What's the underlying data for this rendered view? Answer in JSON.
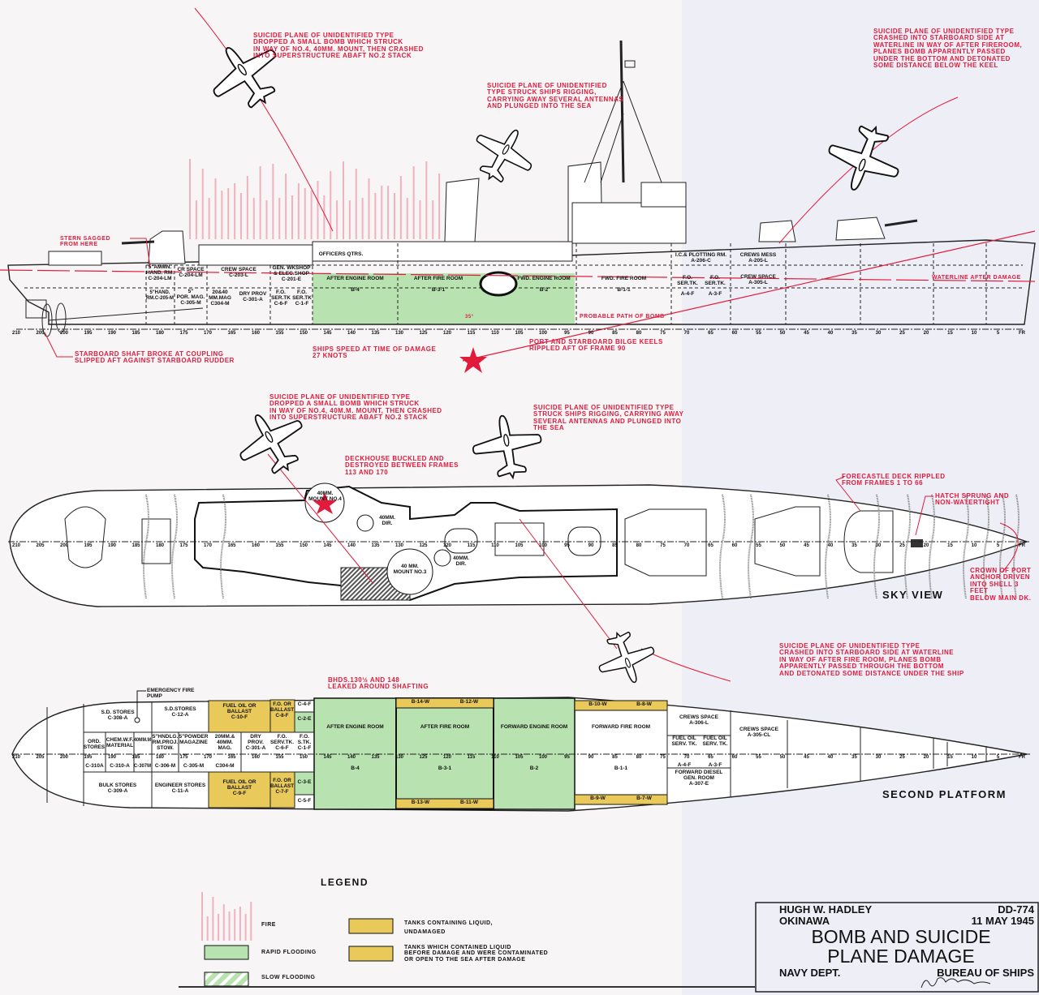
{
  "profile": {
    "annotations": {
      "plane1": "SUICIDE PLANE OF UNIDENTIFIED TYPE\nDROPPED A SMALL BOMB WHICH STRUCK\nIN WAY OF NO.4, 40MM. MOUNT, THEN CRASHED\nINTO SUPERSTRUCTURE ABAFT NO.2 STACK",
      "plane2": "SUICIDE PLANE OF UNIDENTIFIED\nTYPE STRUCK SHIPS RIGGING,\nCARRYING AWAY SEVERAL ANTENNAS\nAND PLUNGED INTO THE SEA",
      "plane3": "SUICIDE PLANE OF UNIDENTIFIED TYPE\nCRASHED INTO STARBOARD SIDE AT\nWATERLINE IN WAY OF AFTER FIREROOM,\nPLANES BOMB APPARENTLY PASSED\nUNDER THE BOTTOM AND DETONATED\nSOME DISTANCE BELOW THE KEEL",
      "stern_sagged": "STERN SAGGED\nFROM HERE",
      "shaft": "STARBOARD SHAFT BROKE AT COUPLING\nSLIPPED AFT AGAINST STARBOARD RUDDER",
      "speed": "SHIPS SPEED AT TIME OF DAMAGE\n27 KNOTS",
      "bilge": "PORT AND STARBOARD BILGE KEELS\nRIPPLED AFT OF FRAME 90",
      "waterline": "WATERLINE AFTER DAMAGE",
      "bomb_path": "PROBABLE PATH OF BOMB",
      "angle": "35°"
    },
    "compartments": [
      "5\"AMMN.\nHAND. RM.\nC-204-LM",
      "CR SPACE\nC-204-LM",
      "CREW SPACE\nC-203-L",
      "GEN. WKSHOP\n& ELEC.SHOP\nC-201-E",
      "5\"HAND.\nRM.C-205-M",
      "5\"\nPOR. MAG.\nC-305-M",
      "20&40\nMM.MAG\nC304-M",
      "DRY PROV\nC-301-A",
      "F.O.\nSER.TK\nC-6-F",
      "F.O.\nSER.TK\nC-1-F",
      "OFFICERS QTRS.",
      "AFTER ENGINE ROOM\n\nB-4",
      "AFTER FIRE ROOM\n\nB-3-1",
      "FWD. ENGINE ROOM\n\nB-2",
      "FWD. FIRE ROOM\n\nB-1-1",
      "I.C.& PLOTTING RM.\nA-206-C",
      "CREWS MESS\nA-205-L",
      "F.O.\nSER.TK.\n\nA-4-F",
      "F.O.\nSER.TK.\n\nA-3-F",
      "CREW SPACE\nA-305-L"
    ]
  },
  "sky_view": {
    "title": "SKY VIEW",
    "annotations": {
      "plane1": "SUICIDE PLANE OF UNIDENTIFIED TYPE\nDROPPED A SMALL BOMB WHICH STRUCK\nIN WAY OF NO.4, 40M.M. MOUNT, THEN CRASHED\nINTO SUPERSTRUCTURE ABAFT NO.2 STACK",
      "plane2": "SUICIDE PLANE OF UNIDENTIFIED TYPE\nSTRUCK SHIPS RIGGING, CARRYING AWAY\nSEVERAL ANTENNAS AND PLUNGED INTO\nTHE SEA",
      "deckhouse": "DECKHOUSE BUCKLED AND\nDESTROYED BETWEEN FRAMES\n113 AND 170",
      "forecastle": "FORECASTLE DECK RIPPLED\nFROM FRAMES 1 TO 66",
      "hatch": "HATCH SPRUNG AND\nNON-WATERTIGHT",
      "crown": "CROWN OF PORT\nANCHOR DRIVEN\nINTO SHELL 3 FEET\nBELOW MAIN DK.",
      "plane3": "SUICIDE PLANE OF UNIDENTIFIED TYPE\nCRASHED INTO STARBOARD SIDE AT WATERLINE\nIN WAY OF AFTER FIRE ROOM, PLANES BOMB\nAPPARENTLY PASSED THROUGH THE BOTTOM\nAND DETONATED SOME DISTANCE UNDER THE SHIP"
    },
    "labels": [
      "40MM.\nMOUNT NO.4",
      "40MM.\nDIR.",
      "40MM.\nDIR.",
      "40 MM.\nMOUNT NO.3"
    ]
  },
  "second_platform": {
    "title": "SECOND PLATFORM",
    "bhds_note": "BHDS.130½ AND 148\nLEAKED AROUND SHAFTING",
    "emergency_pump": "EMERGENCY FIRE\nPUMP",
    "compartments": [
      "S.D. STORES\nC-308-A",
      "S.D.STORES\nC-12-A",
      "FUEL OIL OR\nBALLAST\nC-10-F",
      "F.O. OR\nBALLAST\nC-8-F",
      "C-4-F",
      "C-2-E",
      "ORD.\nSTORES",
      "CHEM.W.F.\nMATERIAL",
      "40MM.M",
      "5\"HNDLG.\nRM.PROJ.\nSTOW.",
      "5\"POWDER\nMAGAZINE",
      "20MM.&\n40MM.\nMAG.",
      "DRY\nPROV.\nC-301-A",
      "F.O.\nSERV.TK.\nC-6-F",
      "F.O.\nS.TK.\nC-1-F",
      "C-310A",
      "C-310-A",
      "C-307M",
      "C-306-M",
      "C-305-M",
      "C304-M",
      "BULK STORES\nC-309-A",
      "ENGINEER STORES\nC-11-A",
      "FUEL OIL OR\nBALLAST\nC-9-F",
      "F.O. OR\nBALLAST\nC-7-F",
      "C-3-E",
      "C-5-F",
      "AFTER ENGINE ROOM",
      "B-4",
      "AFTER FIRE ROOM",
      "B-3-1",
      "FORWARD ENGINE ROOM",
      "B-2",
      "FORWARD FIRE ROOM",
      "B-1-1",
      "B-14-W",
      "B-12-W",
      "B-13-W",
      "B-11-W",
      "B-10-W",
      "B-8-W",
      "B-9-W",
      "B-7-W",
      "CREWS SPACE\nA-306-L",
      "FUEL OIL\nSERV. TK.",
      "FUEL OIL\nSERV. TK.",
      "A-4-F",
      "A-3-F",
      "FORWARD DIESEL\nGEN. ROOM\nA-307-E",
      "CREWS SPACE\nA-305-CL"
    ]
  },
  "frame_numbers": [
    "210",
    "205",
    "200",
    "195",
    "190",
    "185",
    "180",
    "175",
    "170",
    "165",
    "160",
    "155",
    "150",
    "145",
    "140",
    "135",
    "130",
    "125",
    "120",
    "115",
    "110",
    "105",
    "100",
    "95",
    "90",
    "85",
    "80",
    "75",
    "70",
    "65",
    "60",
    "55",
    "50",
    "45",
    "40",
    "35",
    "30",
    "25",
    "20",
    "15",
    "10",
    "5",
    "FR"
  ],
  "legend": {
    "title": "LEGEND",
    "fire": "FIRE",
    "rapid_flooding": "RAPID FLOODING",
    "slow_flooding": "SLOW FLOODING",
    "tanks_undamaged": "TANKS CONTAINING LIQUID,\nUNDAMAGED",
    "tanks_contaminated": "TANKS WHICH CONTAINED LIQUID\nBEFORE DAMAGE AND WERE CONTAMINATED\nOR OPEN TO THE SEA AFTER DAMAGE"
  },
  "title_block": {
    "ship": "HUGH W. HADLEY",
    "hull_number": "DD-774",
    "location": "OKINAWA",
    "date": "11 MAY 1945",
    "title_line1": "BOMB AND SUICIDE",
    "title_line2": "PLANE DAMAGE",
    "department": "NAVY DEPT.",
    "bureau": "BUREAU OF SHIPS"
  },
  "colors": {
    "annotation_red": "#e21b3c",
    "rapid_flooding": "#b8e3b0",
    "tank_yellow": "#e8c95a",
    "fire_pink": "#f0a0b0"
  }
}
